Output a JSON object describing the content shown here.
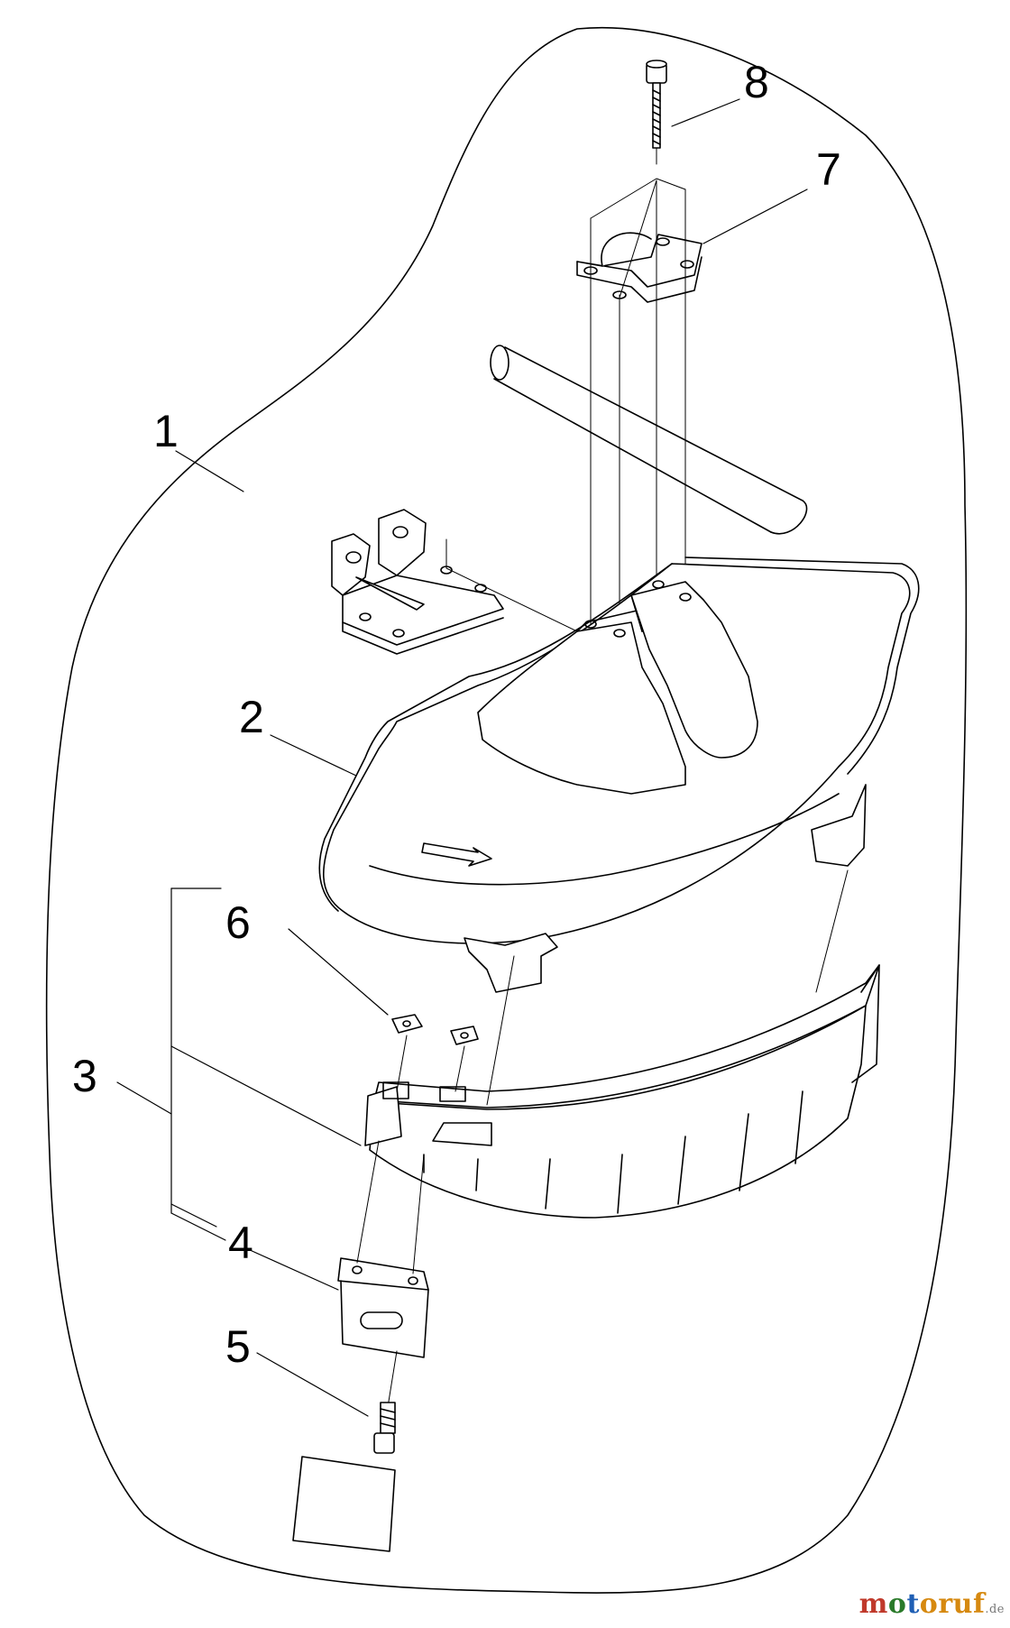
{
  "callouts": [
    {
      "id": "1",
      "label": "1"
    },
    {
      "id": "2",
      "label": "2"
    },
    {
      "id": "3",
      "label": "3"
    },
    {
      "id": "4",
      "label": "4"
    },
    {
      "id": "5",
      "label": "5"
    },
    {
      "id": "6",
      "label": "6"
    },
    {
      "id": "7",
      "label": "7"
    },
    {
      "id": "8",
      "label": "8"
    }
  ],
  "watermark": {
    "main": "motoruf",
    "suffix": ".de",
    "colors": {
      "m": "#c0392b",
      "o": "#2a7a2a",
      "t": "#1f5fb4",
      "rest": "#d68910"
    }
  },
  "line_color": "#000000"
}
